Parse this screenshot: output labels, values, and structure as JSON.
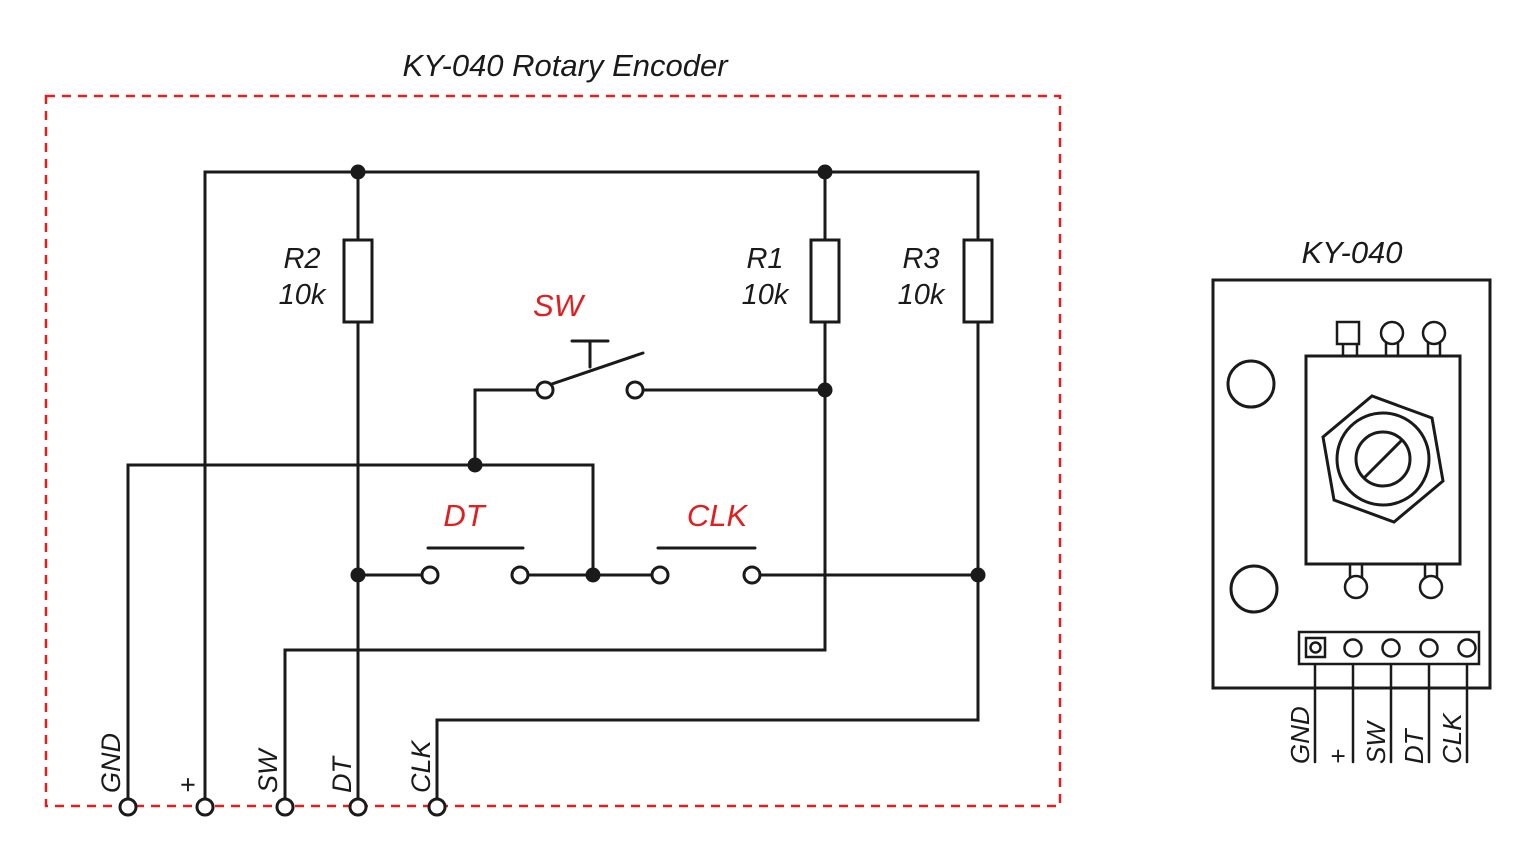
{
  "colors": {
    "line": "#1a1a1a",
    "accent": "#e02020",
    "background": "#ffffff"
  },
  "schematic": {
    "title": "KY-040 Rotary Encoder",
    "resistors": [
      {
        "name": "R2",
        "value": "10k"
      },
      {
        "name": "R1",
        "value": "10k"
      },
      {
        "name": "R3",
        "value": "10k"
      }
    ],
    "switch_labels": {
      "sw": "SW",
      "dt": "DT",
      "clk": "CLK"
    },
    "terminals": {
      "gnd": "GND",
      "plus": "+",
      "sw": "SW",
      "dt": "DT",
      "clk": "CLK"
    }
  },
  "module": {
    "title": "KY-040",
    "pins": {
      "gnd": "GND",
      "plus": "+",
      "sw": "SW",
      "dt": "DT",
      "clk": "CLK"
    }
  }
}
